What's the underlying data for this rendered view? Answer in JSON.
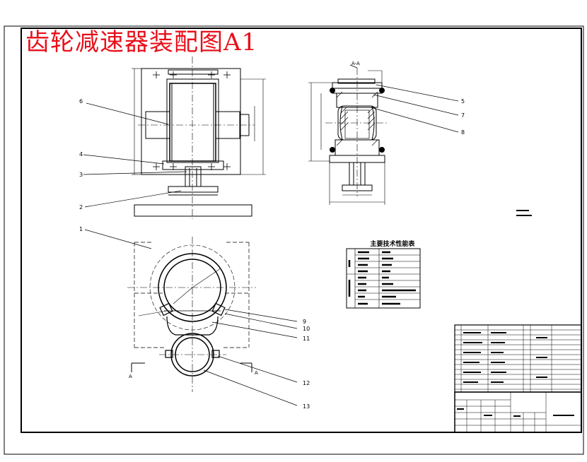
{
  "drawing": {
    "title": "齿轮减速器装配图A1",
    "tech_table_title": "主要技术性能表",
    "section_label": "A",
    "section_label_top": "A-A"
  },
  "part_numbers": [
    "1",
    "2",
    "3",
    "4",
    "5",
    "6",
    "7",
    "8",
    "9",
    "10",
    "11",
    "12",
    "13"
  ],
  "colors": {
    "line": "#000000",
    "title": "#e8101a",
    "background": "#ffffff"
  }
}
